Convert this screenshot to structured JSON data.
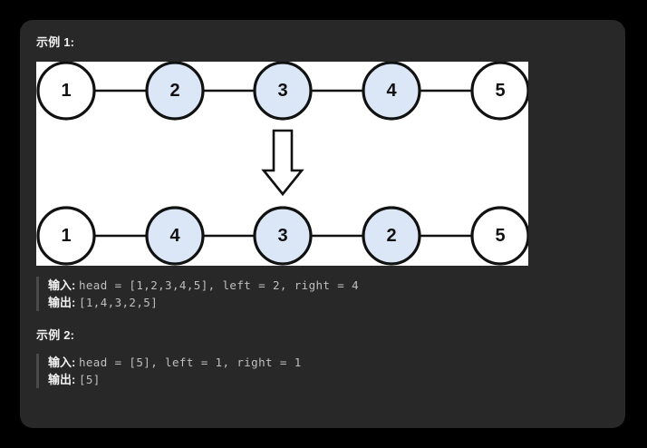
{
  "page": {
    "background_color": "#000000",
    "card_color": "#282828"
  },
  "colors": {
    "node_highlight_fill": "#dbe7f6",
    "node_plain_fill": "#ffffff",
    "node_stroke": "#111111",
    "diagram_background": "#ffffff",
    "heading_text": "#f0f0f0",
    "code_text": "#bfbfbf",
    "quote_bar": "#4a4a4a"
  },
  "examples": [
    {
      "heading": "示例 1:",
      "has_diagram": true,
      "input_label": "输入:",
      "input_value": "head = [1,2,3,4,5], left = 2, right = 4",
      "output_label": "输出:",
      "output_value": "[1,4,3,2,5]"
    },
    {
      "heading": "示例 2:",
      "has_diagram": false,
      "input_label": "输入:",
      "input_value": "head = [5], left = 1, right = 1",
      "output_label": "输出:",
      "output_value": "[5]"
    }
  ],
  "diagram": {
    "alt": "linked-list-reverse-between-illustration",
    "arrow_icon": "down-block-arrow-icon",
    "top_row": {
      "label": "original-list",
      "nodes": [
        {
          "value": "1",
          "highlighted": false
        },
        {
          "value": "2",
          "highlighted": true
        },
        {
          "value": "3",
          "highlighted": true
        },
        {
          "value": "4",
          "highlighted": true
        },
        {
          "value": "5",
          "highlighted": false
        }
      ]
    },
    "bottom_row": {
      "label": "reversed-list",
      "nodes": [
        {
          "value": "1",
          "highlighted": false
        },
        {
          "value": "4",
          "highlighted": true
        },
        {
          "value": "3",
          "highlighted": true
        },
        {
          "value": "2",
          "highlighted": true
        },
        {
          "value": "5",
          "highlighted": false
        }
      ]
    }
  }
}
